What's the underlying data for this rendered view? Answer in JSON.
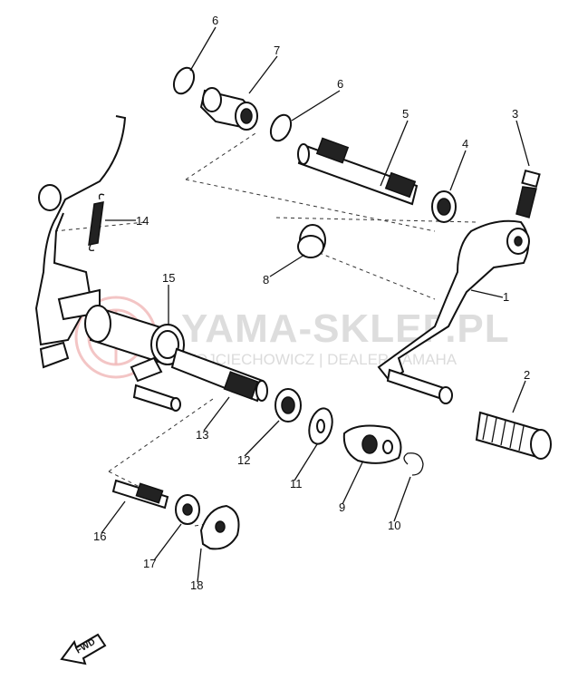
{
  "labels": {
    "p1": "1",
    "p2": "2",
    "p3": "3",
    "p4": "4",
    "p5": "5",
    "p6a": "6",
    "p6b": "6",
    "p7": "7",
    "p8": "8",
    "p9": "9",
    "p10": "10",
    "p11": "11",
    "p12": "12",
    "p13": "13",
    "p14": "14",
    "p15": "15",
    "p16": "16",
    "p17": "17",
    "p18": "18"
  },
  "watermark": {
    "title": "YAMA-SKLEP.PL",
    "subtitle": "WOJCIECHOWICZ | DEALER YAMAHA"
  },
  "fwd_label": "FWD",
  "colors": {
    "ink": "#111111",
    "watermark_text": "#d8d8d8",
    "watermark_logo": "#f0b7b7",
    "background": "#ffffff"
  }
}
